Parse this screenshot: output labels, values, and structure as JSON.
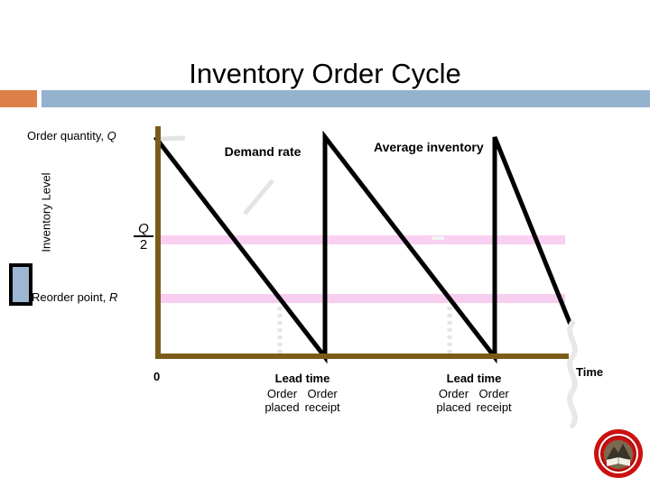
{
  "slide": {
    "title": "Inventory Order Cycle",
    "accent_orange": "#DD8047",
    "accent_blue": "#94B2CE"
  },
  "axes": {
    "y_label": "Inventory Level",
    "x_label": "Time",
    "origin_label": "0",
    "axis_color": "#7A5C18"
  },
  "labels": {
    "order_quantity_prefix": "Order quantity, ",
    "order_quantity_symbol": "Q",
    "reorder_point_prefix": "Reorder point, ",
    "reorder_point_symbol": "R",
    "half_q_numerator": "Q",
    "half_q_denominator": "2",
    "demand_rate": "Demand rate",
    "average_inventory": "Average inventory"
  },
  "lead_blocks": [
    {
      "title": "Lead time",
      "left_line1": "Order",
      "left_line2": "placed",
      "right_line1": "Order",
      "right_line2": "receipt"
    },
    {
      "title": "Lead time",
      "left_line1": "Order",
      "left_line2": "placed",
      "right_line1": "Order",
      "right_line2": "receipt"
    }
  ],
  "chart_data": {
    "type": "line",
    "title": "Inventory Order Cycle",
    "xlabel": "Time",
    "ylabel": "Inventory Level",
    "xlim": [
      0,
      100
    ],
    "ylim": [
      0,
      100
    ],
    "grid": false,
    "legend": "none",
    "series": [
      {
        "name": "Inventory level (sawtooth)",
        "color": "#000000",
        "x": [
          0,
          50,
          50,
          100,
          100,
          150
        ],
        "y": [
          100,
          0,
          100,
          0,
          100,
          28
        ]
      }
    ],
    "reference_lines": [
      {
        "name": "Average inventory Q/2",
        "y": 50,
        "color": "#F7CDF0",
        "label": "Q/2"
      },
      {
        "name": "Reorder point R",
        "y": 22,
        "color": "#F7CDF0",
        "label": "R"
      }
    ],
    "annotations": [
      {
        "text": "Order quantity, Q",
        "x": 0,
        "y": 100
      },
      {
        "text": "Demand rate",
        "x": 25,
        "y": 85
      },
      {
        "text": "Average inventory",
        "x": 72,
        "y": 88
      },
      {
        "text": "Reorder point, R",
        "x": 0,
        "y": 22
      },
      {
        "text": "Lead time",
        "x": 38,
        "y": -12
      },
      {
        "text": "Lead time",
        "x": 88,
        "y": -12
      }
    ],
    "vertical_markers": [
      {
        "name": "order-placed-1",
        "x": 37,
        "style": "dotted",
        "color": "#E3E3E3"
      },
      {
        "name": "order-receipt-1",
        "x": 50,
        "style": "solid",
        "color": "#000000"
      },
      {
        "name": "order-placed-2",
        "x": 87,
        "style": "dotted",
        "color": "#E3E3E3"
      },
      {
        "name": "order-receipt-2",
        "x": 100,
        "style": "solid",
        "color": "#000000"
      }
    ],
    "break_symbol": {
      "name": "axis-break-squiggle",
      "x": 122,
      "color": "#E6E6E6"
    }
  },
  "logo": {
    "name": "university-seal",
    "ring_color": "#CC1111",
    "inner_color": "#5C4B32"
  }
}
